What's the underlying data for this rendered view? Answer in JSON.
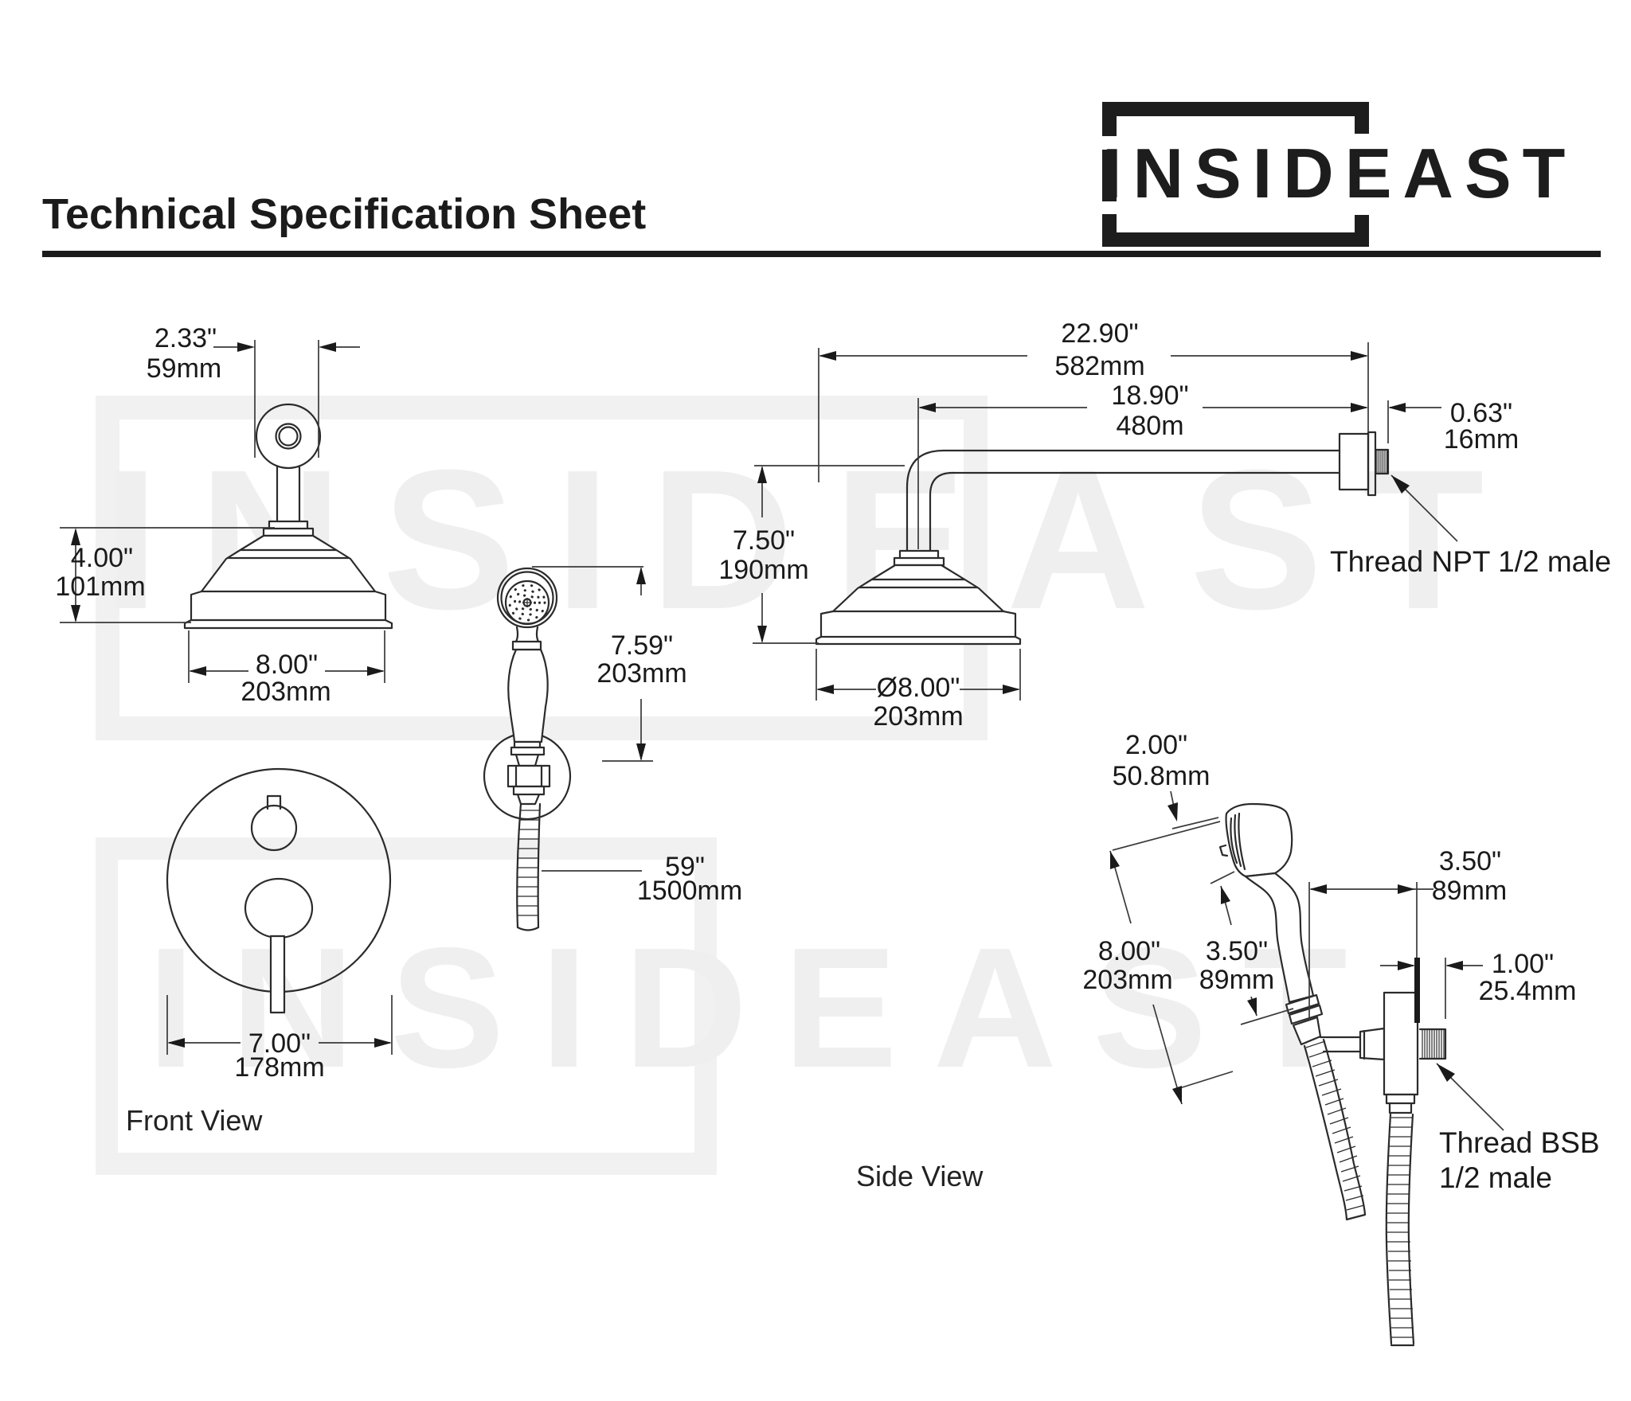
{
  "header": {
    "title": "Technical Specification Sheet"
  },
  "brand": {
    "name": "INSIDEAST"
  },
  "views": {
    "front": "Front View",
    "side": "Side View"
  },
  "rain_head_front": {
    "flange_width": {
      "in": "2.33\"",
      "mm": "59mm"
    },
    "height": {
      "in": "4.00\"",
      "mm": "101mm"
    },
    "width": {
      "in": "8.00\"",
      "mm": "203mm"
    }
  },
  "hand_shower": {
    "length": {
      "in": "7.59\"",
      "mm": "203mm"
    },
    "hose": {
      "in": "59\"",
      "mm": "1500mm"
    }
  },
  "rain_head_side": {
    "total_reach": {
      "in": "22.90\"",
      "mm": "582mm"
    },
    "arm_length": {
      "in": "18.90\"",
      "mm": "480m"
    },
    "wall_fitting": {
      "in": "0.63\"",
      "mm": "16mm"
    },
    "height": {
      "in": "7.50\"",
      "mm": "190mm"
    },
    "diameter": {
      "in": "Ø8.00\"",
      "mm": "203mm"
    },
    "thread": "Thread NPT 1/2 male"
  },
  "mixer_valve": {
    "diameter": {
      "in": "7.00\"",
      "mm": "178mm"
    }
  },
  "hand_shower_side": {
    "head_width": {
      "in": "2.00\"",
      "mm": "50.8mm"
    },
    "length": {
      "in": "8.00\"",
      "mm": "203mm"
    },
    "handle_length": {
      "in": "3.50\"",
      "mm": "89mm"
    },
    "wall_offset": {
      "in": "3.50\"",
      "mm": "89mm"
    },
    "bracket_depth": {
      "in": "1.00\"",
      "mm": "25.4mm"
    },
    "thread_line1": "Thread BSB",
    "thread_line2": "1/2 male"
  }
}
